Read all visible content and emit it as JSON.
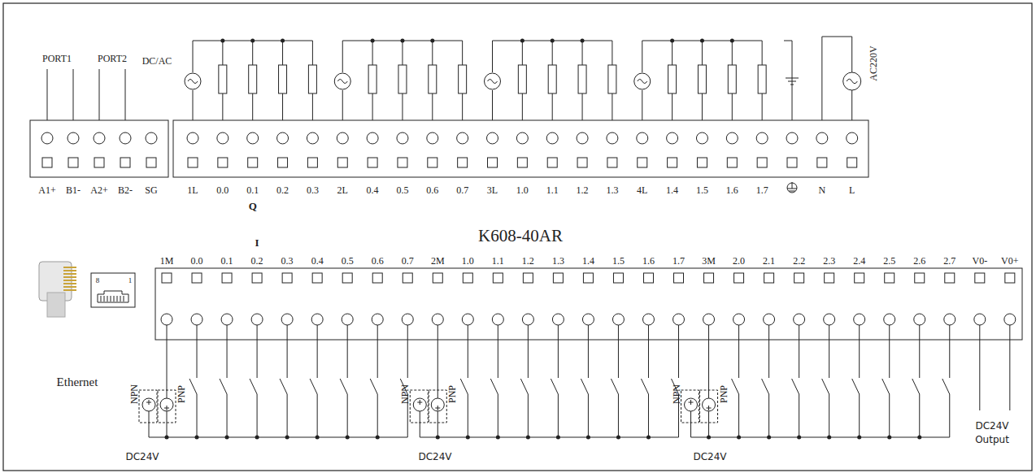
{
  "diagram": {
    "title": "K608-40AR",
    "labels": [
      "PORT1",
      "PORT2",
      "DC/AC",
      "AC220V",
      "A1+",
      "B1-",
      "A2+",
      "B2-",
      "SG",
      "1L",
      "0.0",
      "0.1",
      "0.2",
      "0.3",
      "2L",
      "0.4",
      "0.5",
      "0.6",
      "0.7",
      "3L",
      "1.0",
      "1.1",
      "1.2",
      "1.3",
      "4L",
      "1.4",
      "1.5",
      "1.6",
      "1.7",
      "N",
      "L",
      "Q",
      "I",
      "1M",
      "0.0",
      "0.1",
      "0.2",
      "0.3",
      "0.4",
      "0.5",
      "0.6",
      "0.7",
      "2M",
      "1.0",
      "1.1",
      "1.2",
      "1.3",
      "1.4",
      "1.5",
      "1.6",
      "1.7",
      "3M",
      "2.0",
      "2.1",
      "2.2",
      "2.3",
      "2.4",
      "2.5",
      "2.6",
      "2.7",
      "V0-",
      "V0+",
      "Ethernet",
      "8",
      "1",
      "NPN",
      "PNP",
      "NPN",
      "PNP",
      "NPN",
      "PNP",
      "DC24V",
      "DC24V",
      "DC24V",
      "DC24V",
      "Output"
    ]
  }
}
